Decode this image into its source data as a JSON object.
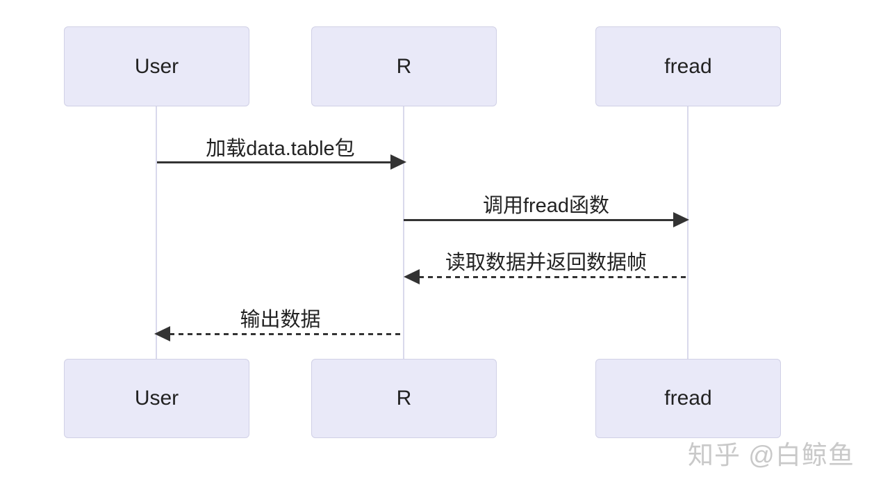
{
  "diagram": {
    "type": "sequence",
    "actors": [
      {
        "id": "user",
        "label": "User"
      },
      {
        "id": "r",
        "label": "R"
      },
      {
        "id": "fread",
        "label": "fread"
      }
    ],
    "messages": [
      {
        "from": "User",
        "to": "R",
        "label": "加载data.table包",
        "line": "solid",
        "direction": "right"
      },
      {
        "from": "R",
        "to": "fread",
        "label": "调用fread函数",
        "line": "solid",
        "direction": "right"
      },
      {
        "from": "fread",
        "to": "R",
        "label": "读取数据并返回数据帧",
        "line": "dashed",
        "direction": "left"
      },
      {
        "from": "R",
        "to": "User",
        "label": "输出数据",
        "line": "dashed",
        "direction": "left"
      }
    ],
    "colors": {
      "actor_fill": "#e9e9f8",
      "actor_border": "#d0d0e6",
      "lifeline": "#d9d9ec",
      "arrow": "#333333",
      "text": "#222222",
      "background": "#ffffff"
    }
  },
  "watermark": {
    "text": "知乎 @白鲸鱼",
    "color": "#c9c9c9"
  }
}
